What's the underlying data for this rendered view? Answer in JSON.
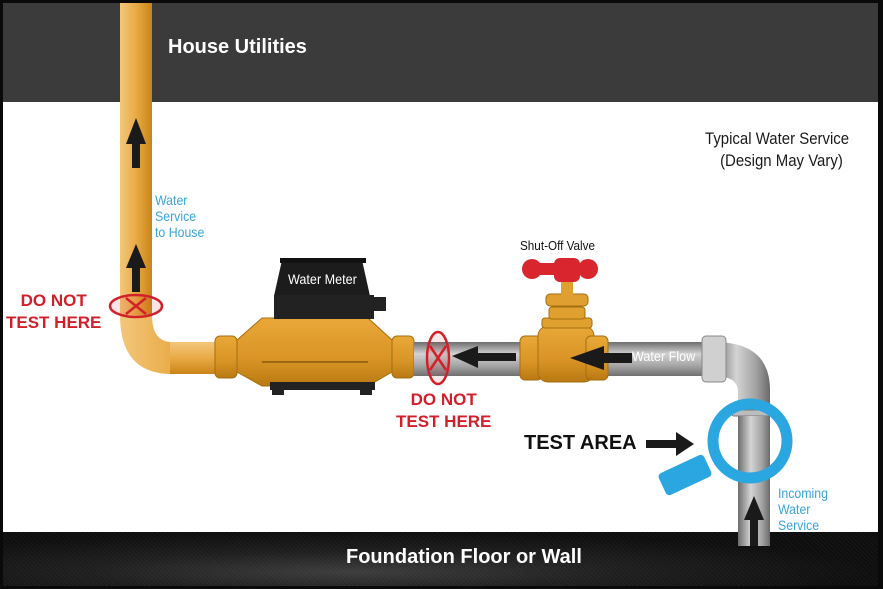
{
  "header": {
    "title": "House Utilities"
  },
  "footer": {
    "title": "Foundation Floor or Wall"
  },
  "caption": {
    "line1": "Typical Water Service",
    "line2": "(Design May Vary)"
  },
  "labels": {
    "water_service_to_house": [
      "Water",
      "Service",
      "to House"
    ],
    "incoming_water_service": [
      "Incoming",
      "Water",
      "Service"
    ],
    "water_meter": "Water Meter",
    "shut_off_valve": "Shut-Off Valve",
    "water_flow": "Water Flow",
    "test_area": "TEST AREA"
  },
  "warnings": [
    {
      "line1": "DO NOT",
      "line2": "TEST HERE",
      "location": "vertical-copper-pipe"
    },
    {
      "line1": "DO NOT",
      "line2": "TEST HERE",
      "location": "after-water-meter"
    }
  ],
  "colors": {
    "header_band": "#3b3b3b",
    "copper_pipe": "#e0a03a",
    "galvanized_pipe": "#a8a8a8",
    "warning_red": "#d2202a",
    "test_blue": "#2aa6e0",
    "label_blue": "#3aa6dc",
    "valve_handle": "#d9262e"
  }
}
